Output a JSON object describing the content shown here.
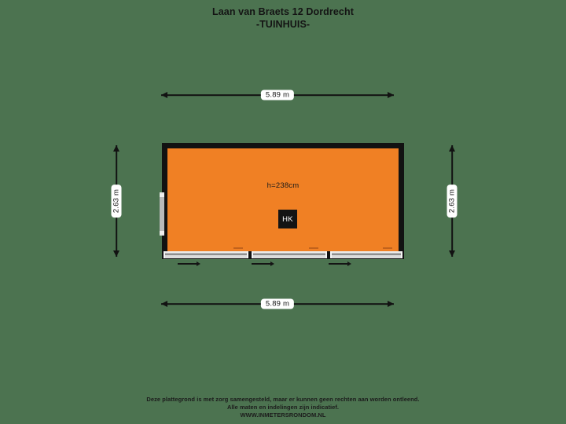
{
  "title": {
    "address": "Laan van Braets 12 Dordrecht",
    "subtitle": "-TUINHUIS-"
  },
  "plan": {
    "room": {
      "label": "HK",
      "height_label": "h=238cm",
      "fill_color": "#f08024",
      "wall_color": "#121212"
    },
    "dimensions": {
      "top": "5.89 m",
      "bottom": "5.89 m",
      "left": "2.63 m",
      "right": "2.63 m"
    },
    "openings": {
      "left_window": "window",
      "sliding_doors": [
        {
          "label": "sliding-panel-1",
          "direction": "right"
        },
        {
          "label": "sliding-panel-2",
          "direction": "right"
        },
        {
          "label": "sliding-panel-3",
          "direction": "right"
        }
      ]
    }
  },
  "footer": {
    "line1": "Deze plattegrond is met zorg samengesteld, maar er kunnen geen rechten aan worden ontleend.",
    "line2": "Alle maten en indelingen zijn indicatief.",
    "line3": "WWW.INMETERSRONDOM.NL"
  },
  "colors": {
    "background": "#4c7350",
    "room": "#f08024",
    "wall": "#121212",
    "glazing": "#b9b9b9"
  }
}
